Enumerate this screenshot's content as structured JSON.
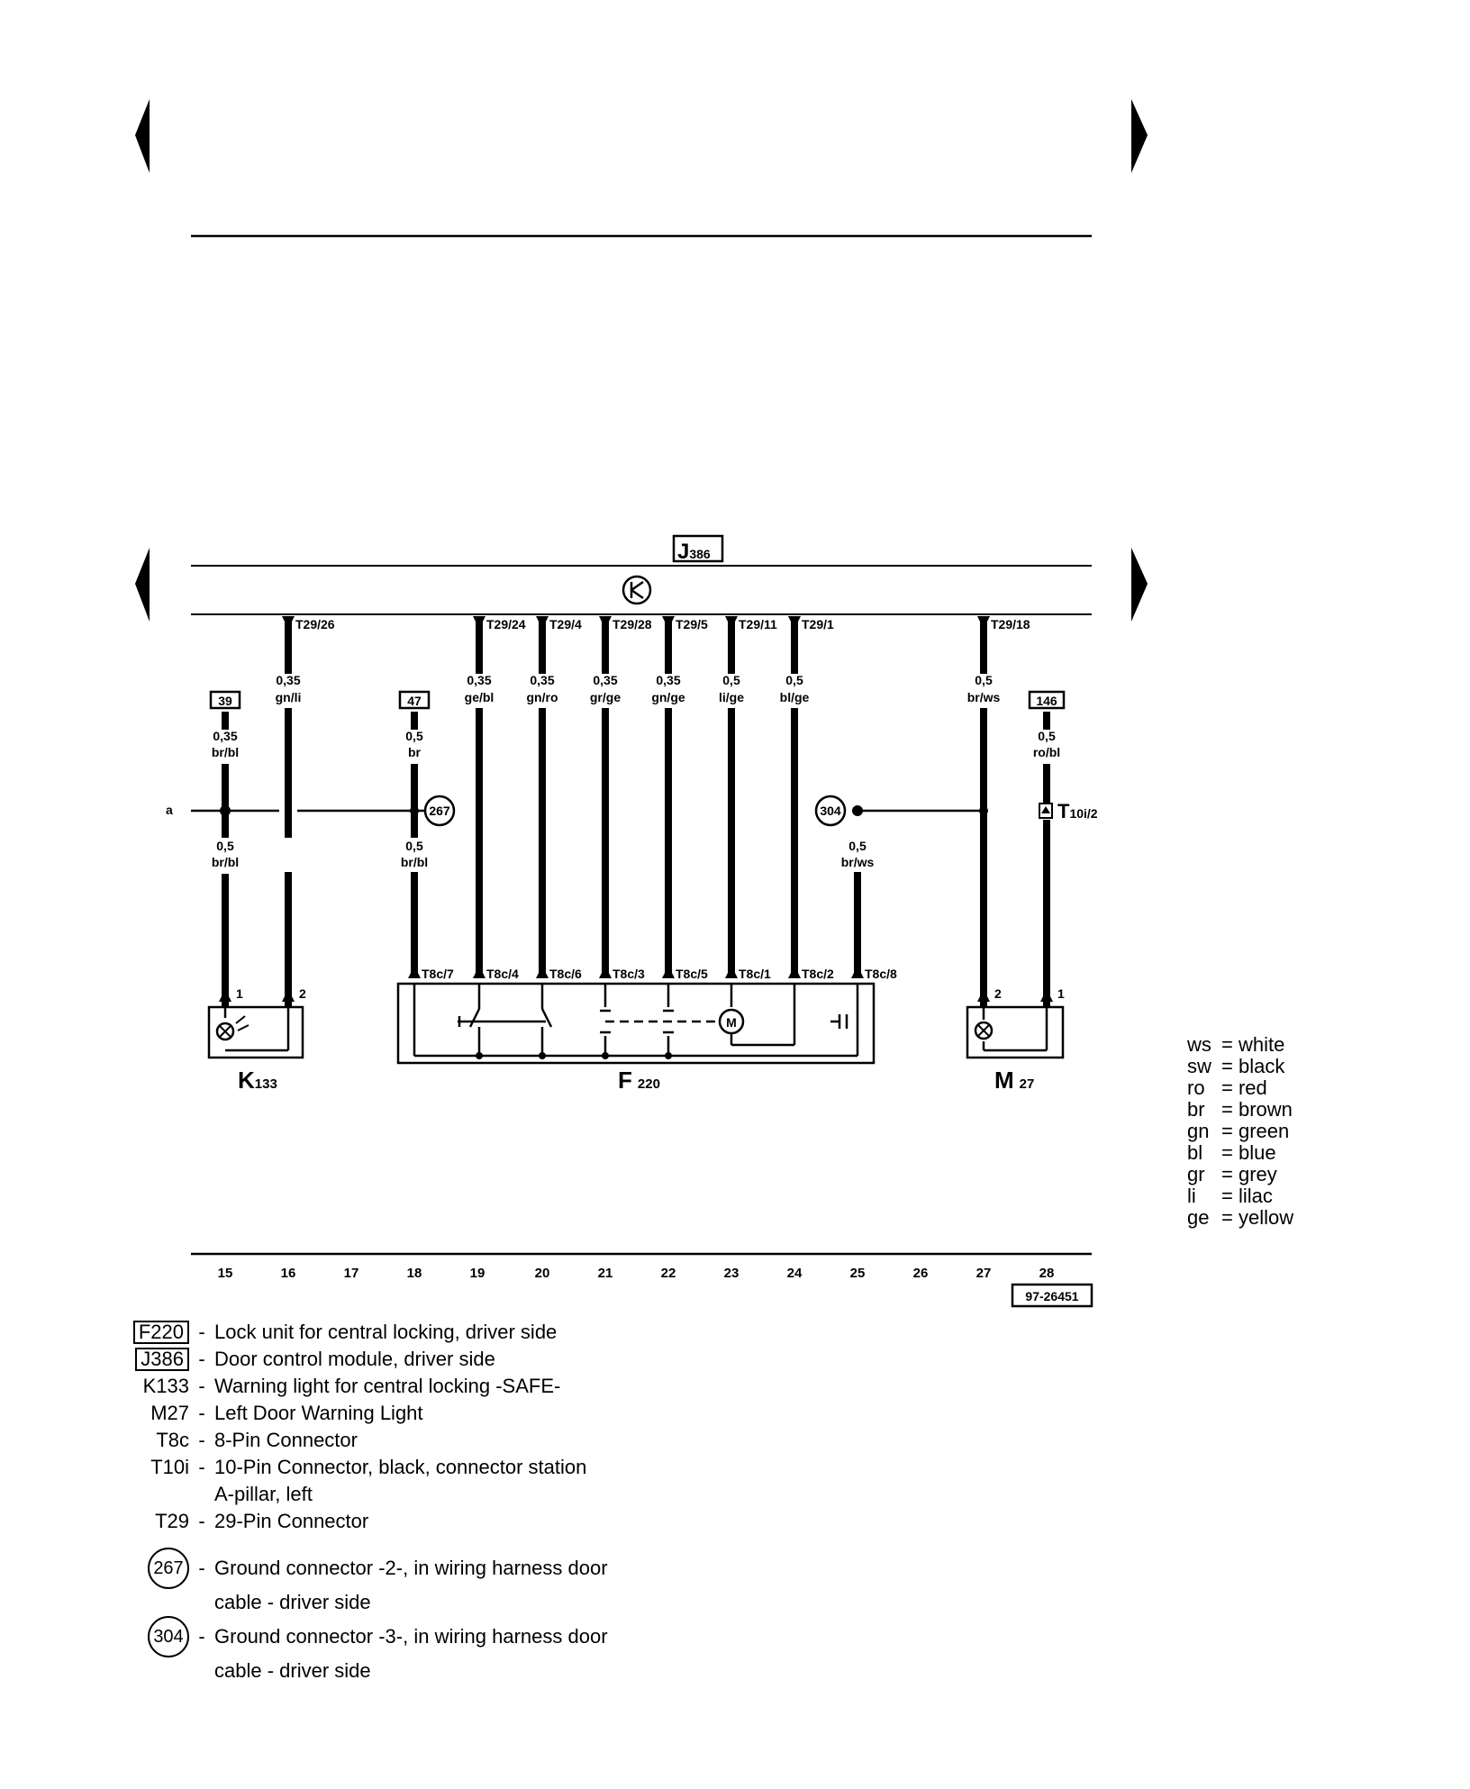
{
  "module": {
    "label": "J",
    "sub": "386"
  },
  "pins_top": [
    "T29/26",
    "T29/24",
    "T29/4",
    "T29/28",
    "T29/5",
    "T29/11",
    "T29/1",
    "T29/18"
  ],
  "wire_labels": {
    "w16": [
      "0,35",
      "gn/li"
    ],
    "w19": [
      "0,35",
      "ge/bl"
    ],
    "w20": [
      "0,35",
      "gn/ro"
    ],
    "w21": [
      "0,35",
      "gr/ge"
    ],
    "w22": [
      "0,35",
      "gn/ge"
    ],
    "w23": [
      "0,5",
      "li/ge"
    ],
    "w24": [
      "0,5",
      "bl/ge"
    ],
    "w27": [
      "0,5",
      "br/ws"
    ],
    "w15a": [
      "0,35",
      "br/bl"
    ],
    "w18a": [
      "0,5",
      "br"
    ],
    "w28a": [
      "0,5",
      "ro/bl"
    ],
    "w15b": [
      "0,5",
      "br/bl"
    ],
    "w18b": [
      "0,5",
      "br/bl"
    ],
    "w25b": [
      "0,5",
      "br/ws"
    ]
  },
  "refs": {
    "r39": "39",
    "r47": "47",
    "r146": "146"
  },
  "grounds": {
    "g267": "267",
    "g304": "304"
  },
  "connector_a": "a",
  "t10i": {
    "main": "T",
    "sub": "10i/2"
  },
  "pins_bottom": [
    "T8c/7",
    "T8c/4",
    "T8c/6",
    "T8c/3",
    "T8c/5",
    "T8c/1",
    "T8c/2",
    "T8c/8"
  ],
  "pin_nums": {
    "k1": "1",
    "k2": "2",
    "m2": "2",
    "m1": "1"
  },
  "motor_label": "M",
  "components": {
    "k133": {
      "main": "K",
      "sub": "133"
    },
    "f220": {
      "main": "F",
      "sub": "220"
    },
    "m27": {
      "main": "M",
      "sub": "27"
    }
  },
  "columns": [
    "15",
    "16",
    "17",
    "18",
    "19",
    "20",
    "21",
    "22",
    "23",
    "24",
    "25",
    "26",
    "27",
    "28"
  ],
  "ref_number": "97-26451",
  "colors": [
    {
      "abbr": "ws",
      "name": "= white"
    },
    {
      "abbr": "sw",
      "name": "= black"
    },
    {
      "abbr": "ro",
      "name": "= red"
    },
    {
      "abbr": "br",
      "name": "= brown"
    },
    {
      "abbr": "gn",
      "name": "= green"
    },
    {
      "abbr": "bl",
      "name": "= blue"
    },
    {
      "abbr": "gr",
      "name": "= grey"
    },
    {
      "abbr": "li",
      "name": "= lilac"
    },
    {
      "abbr": "ge",
      "name": "= yellow"
    }
  ],
  "legend": [
    {
      "code": "F220",
      "desc": "Lock unit for central locking, driver side"
    },
    {
      "code": "J386",
      "desc": "Door control module, driver side"
    },
    {
      "code": "K133",
      "desc": "Warning light for central locking -SAFE-"
    },
    {
      "code": "M27",
      "desc": "Left Door Warning Light"
    },
    {
      "code": "T8c",
      "desc": "8-Pin Connector"
    },
    {
      "code": "T10i",
      "desc": "10-Pin Connector, black, connector station"
    },
    {
      "code": "",
      "desc": "A-pillar, left"
    },
    {
      "code": "T29",
      "desc": "29-Pin Connector"
    },
    {
      "code": "267",
      "desc": "Ground connector -2-, in wiring harness door"
    },
    {
      "code": "",
      "desc": "cable - driver side"
    },
    {
      "code": "304",
      "desc": "Ground connector -3-, in wiring harness door"
    },
    {
      "code": "",
      "desc": "cable - driver side"
    }
  ]
}
